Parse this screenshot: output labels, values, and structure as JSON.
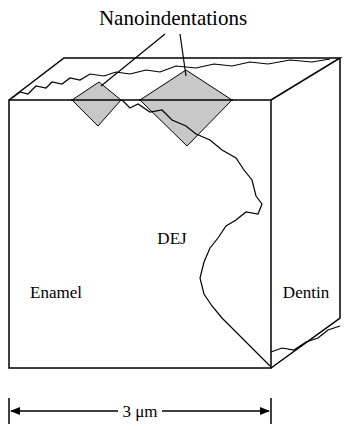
{
  "diagram": {
    "labels": [
      "Nanoindentations",
      "Enamel",
      "DEJ",
      "Dentin",
      "3 μm"
    ]
  }
}
